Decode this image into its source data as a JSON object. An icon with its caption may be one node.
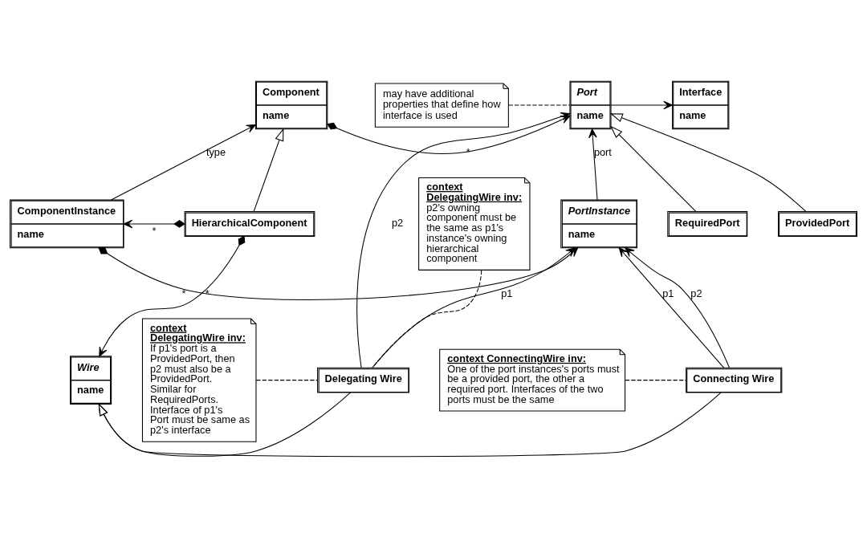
{
  "diagram": {
    "nodes": [
      {
        "text": [
          "Component",
          "name"
        ]
      },
      {
        "text": [
          "may have additional properties that define how interface is used"
        ]
      },
      {
        "text": [
          "Port",
          "name"
        ]
      },
      {
        "text": [
          "Interface",
          "name"
        ]
      },
      {
        "text": [
          "HierarchicalComponent"
        ]
      },
      {
        "text": [
          "RequiredPort"
        ]
      },
      {
        "text": [
          "ProvidedPort"
        ]
      },
      {
        "text": [
          "context DelegatingWire inv:",
          "p2's owning component must be the same as p1's instance's owning hierarchical component"
        ]
      },
      {
        "text": [
          "ComponentInstance",
          "name"
        ]
      },
      {
        "text": [
          "PortInstance",
          "name"
        ]
      },
      {
        "text": [
          "context ConnectingWire inv:",
          "One of the port instances's ports must be a provided port, the other a required port. Interfaces of the two ports must be the same"
        ]
      },
      {
        "text": [
          "Connecting Wire"
        ]
      },
      {
        "text": [
          "Delegating Wire"
        ]
      },
      {
        "text": [
          "context DelegatingWire inv:",
          "If p1's port is a ProvidedPort, then p2 must also be a ProvidedPort. Similar for RequiredPorts. Interface of p1's Port must be same as p2's interface"
        ]
      },
      {
        "text": [
          "Wire",
          "name"
        ]
      }
    ],
    "edges": [
      {
        "from": 0,
        "to": 2,
        "arrow": "to",
        "label": "*"
      },
      {
        "from": 1,
        "to": 2,
        "arrow": "none",
        "style": "dashed"
      },
      {
        "from": 2,
        "to": 3,
        "arrow": "to"
      },
      {
        "from": 4,
        "to": 0,
        "arrow": "to"
      },
      {
        "from": 5,
        "to": 2,
        "arrow": "to"
      },
      {
        "from": 6,
        "to": 2,
        "arrow": "to"
      },
      {
        "from": 4,
        "to": 8,
        "arrow": "to",
        "label": "*"
      },
      {
        "from": 8,
        "to": 0,
        "arrow": "to",
        "label": "type"
      },
      {
        "from": 8,
        "to": 9,
        "arrow": "to",
        "label": "*"
      },
      {
        "from": 4,
        "to": 14,
        "arrow": "to",
        "label": "*"
      },
      {
        "from": 9,
        "to": 2,
        "arrow": "to",
        "label": "port"
      },
      {
        "from": 12,
        "to": 2,
        "arrow": "to",
        "label": "p2"
      },
      {
        "from": 12,
        "to": 9,
        "arrow": "to",
        "label": "p1"
      },
      {
        "from": 11,
        "to": 9,
        "arrow": "to",
        "label": "p1"
      },
      {
        "from": 11,
        "to": 9,
        "arrow": "to",
        "label": "p2"
      },
      {
        "from": 11,
        "to": 14,
        "arrow": "to"
      },
      {
        "from": 12,
        "to": 14,
        "arrow": "to"
      },
      {
        "from": 7,
        "to": 12,
        "arrow": "none",
        "style": "dashed"
      },
      {
        "from": 10,
        "to": 11,
        "arrow": "none",
        "style": "dashed"
      },
      {
        "from": 13,
        "to": 12,
        "arrow": "none",
        "style": "dashed"
      }
    ]
  }
}
